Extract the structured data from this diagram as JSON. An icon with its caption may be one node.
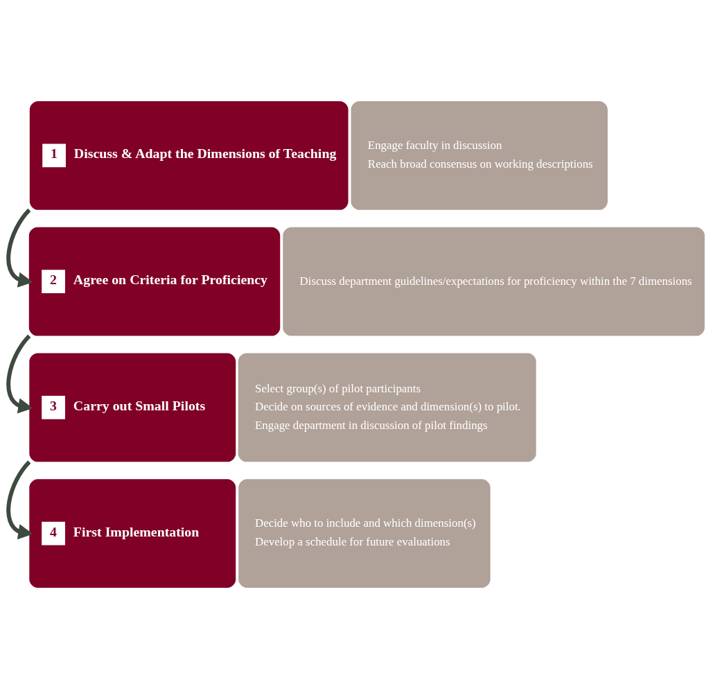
{
  "diagram": {
    "nodes": [
      {
        "text": [
          "1",
          "Discuss & Adapt the Dimensions of Teaching"
        ]
      },
      {
        "text": [
          "Engage faculty in discussion",
          "Reach broad consensus on working descriptions"
        ]
      },
      {
        "text": [
          "2",
          "Agree on Criteria for Proficiency"
        ]
      },
      {
        "text": [
          "Discuss department guidelines/expectations for proficiency within the 7 dimensions"
        ]
      },
      {
        "text": [
          "3",
          "Carry out Small Pilots"
        ]
      },
      {
        "text": [
          "Select group(s) of pilot participants",
          "Decide on sources of evidence and dimension(s) to pilot.",
          "Engage department in discussion of pilot findings"
        ]
      },
      {
        "text": [
          "4",
          "First Implementation"
        ]
      },
      {
        "text": [
          "Decide who to include and which dimension(s)",
          "Develop a schedule for future evaluations"
        ]
      }
    ],
    "edges": [
      {
        "from": 0,
        "to": 2,
        "arrow": "to"
      },
      {
        "from": 2,
        "to": 4,
        "arrow": "to"
      },
      {
        "from": 4,
        "to": 6,
        "arrow": "to"
      }
    ]
  }
}
